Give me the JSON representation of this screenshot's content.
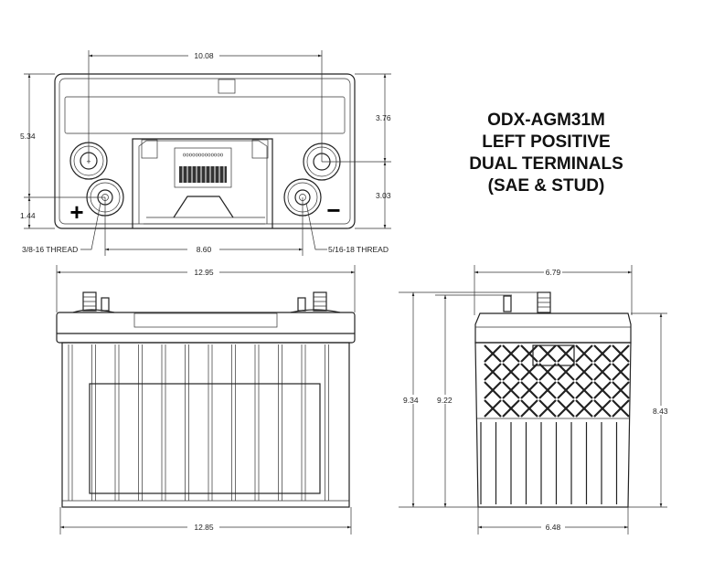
{
  "title": {
    "lines": [
      "ODX-AGM31M",
      "LEFT POSITIVE",
      "DUAL TERMINALS",
      "(SAE & STUD)"
    ]
  },
  "top_view": {
    "width_between_posts": "10.08",
    "overall_depth": "5.34",
    "stud_offset": "1.44",
    "right_upper": "3.76",
    "right_lower": "3.03",
    "stud_spacing": "8.60",
    "left_thread": "3/8-16 THREAD",
    "right_thread": "5/16-18 THREAD",
    "positive_symbol": "+",
    "negative_symbol": "−"
  },
  "front_view": {
    "top_length": "12.95",
    "bottom_length": "12.85"
  },
  "side_view": {
    "top_width": "6.79",
    "bottom_width": "6.48",
    "height_total": "9.34",
    "height_sae": "9.22",
    "height_case": "8.43"
  }
}
